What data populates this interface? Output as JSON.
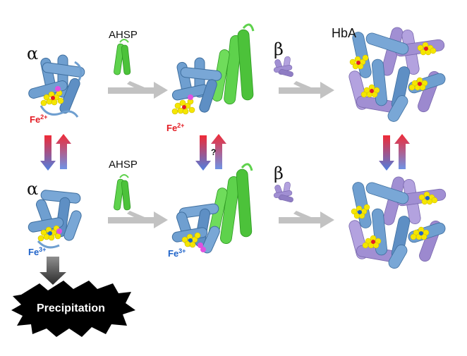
{
  "labels": {
    "alpha": "α",
    "beta": "β",
    "ahsp": "AHSP",
    "hba": "HbA",
    "fe2_base": "Fe",
    "fe2_charge": "2+",
    "fe3_base": "Fe",
    "fe3_charge": "3+",
    "question": "?",
    "precipitation": "Precipitation"
  },
  "colors": {
    "alpha_helix": "#6f9fd0",
    "alpha_helix_dark": "#3f6f9f",
    "ahsp_helix": "#5ed24c",
    "beta_helix": "#a18fd3",
    "heme": "#f5e600",
    "iron_fe2": "#e31b23",
    "iron_fe3": "#1f63c9",
    "arrow_gray": "#c2c2c2",
    "precipitation_burst": "#000000"
  }
}
